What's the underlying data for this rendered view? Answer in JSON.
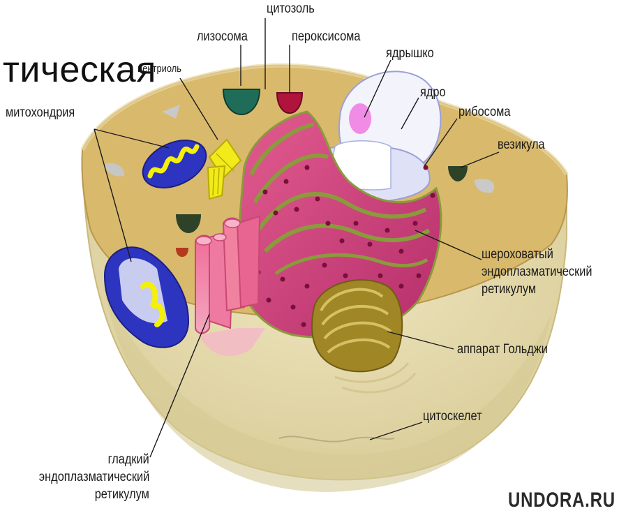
{
  "title_fragment": "тическая",
  "watermark": "UNDORA.RU",
  "labels": {
    "cytosol": "цитозоль",
    "lysosome": "лизосома",
    "peroxisome": "пероксисома",
    "nucleolus": "ядрышко",
    "centriole": "центриоль",
    "nucleus": "ядро",
    "mitochondria": "митохондрия",
    "ribosome": "рибосома",
    "vesicle": "везикула",
    "rough_er": [
      "шероховатый",
      "эндоплазматический",
      "ретикулум"
    ],
    "golgi": "аппарат Гольджи",
    "cytoskeleton": "цитоскелет",
    "smooth_er": [
      "гладкий",
      "эндоплазматический",
      "ретикулум"
    ]
  },
  "colors": {
    "cytoplasm_top": "#d9b96b",
    "cell_body": "#e6dcae",
    "rough_er": "#d9457f",
    "er_rim": "#8a9a3c",
    "nucleus": "#eceef9",
    "nucleolus": "#f08ce6",
    "mitochondria": "#2d35c0",
    "cristae": "#f5f00a",
    "centriole": "#f2ea1a",
    "lysosome": "#1f6d58",
    "peroxisome": "#b0143c",
    "golgi": "#a08624",
    "vesicle": "#2e4228"
  }
}
